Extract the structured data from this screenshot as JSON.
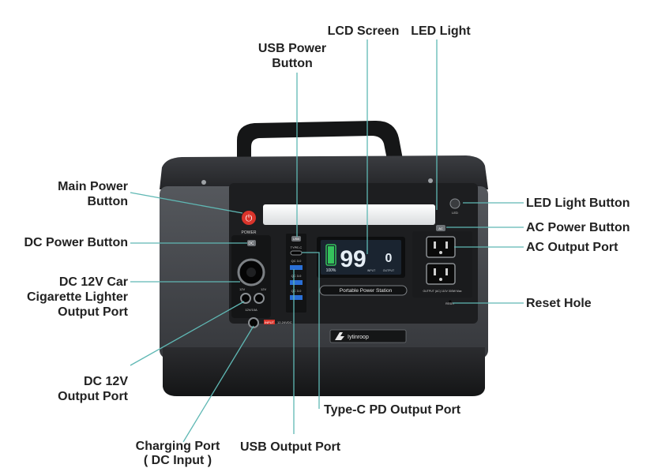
{
  "colors": {
    "callout_line": "#5fb8b4",
    "body_dark": "#2a2c2f",
    "body_mid": "#4b4e53",
    "panel": "#1b1c1e",
    "lcd": "#1a2430",
    "lcd_digit": "#e6eef5",
    "battery_green": "#35c25c",
    "power_red": "#d9342b",
    "usb_blue": "#2a6fd6"
  },
  "callouts": {
    "lcd_screen": "LCD Screen",
    "led_light": "LED Light",
    "usb_power_button": [
      "USB Power",
      "Button"
    ],
    "main_power_button": [
      "Main Power",
      "Button"
    ],
    "led_light_button": "LED Light Button",
    "ac_power_button": "AC Power Button",
    "ac_output_port": "AC Output Port",
    "dc_power_button": "DC Power Button",
    "car_lighter_port": [
      "DC 12V Car",
      "Cigarette Lighter",
      "Output Port"
    ],
    "reset_hole": "Reset Hole",
    "dc12v_output_port": [
      "DC 12V",
      "Output Port"
    ],
    "type_c_pd_port": "Type-C PD Output Port",
    "charging_port": [
      "Charging Port",
      "( DC Input )"
    ],
    "usb_output_port": "USB Output Port"
  },
  "device": {
    "power_label": "POWER",
    "dc_label": "DC",
    "usb_label": "USB",
    "type_c_label": "TYPE-C",
    "qc_label": "QC 3.0",
    "led_label": "LED",
    "ac_label": "AC",
    "lcd_value": "99",
    "lcd_small_value": "0",
    "battery_percent": "100%",
    "lcd_unit_labels": [
      "INPUT",
      "OUTPUT"
    ],
    "banner": "Portable Power Station",
    "dc12v_label_left": "12V",
    "dc12v_label_right": "12V",
    "dc12v_sub_label": "12V/10A",
    "input_label": "INPUT",
    "input_spec": "12-24VDC",
    "ac_output_spec": "OUTPUT (AC) 110V 300W Max",
    "reset_label": "RESET",
    "brand": "Iytinroop"
  }
}
